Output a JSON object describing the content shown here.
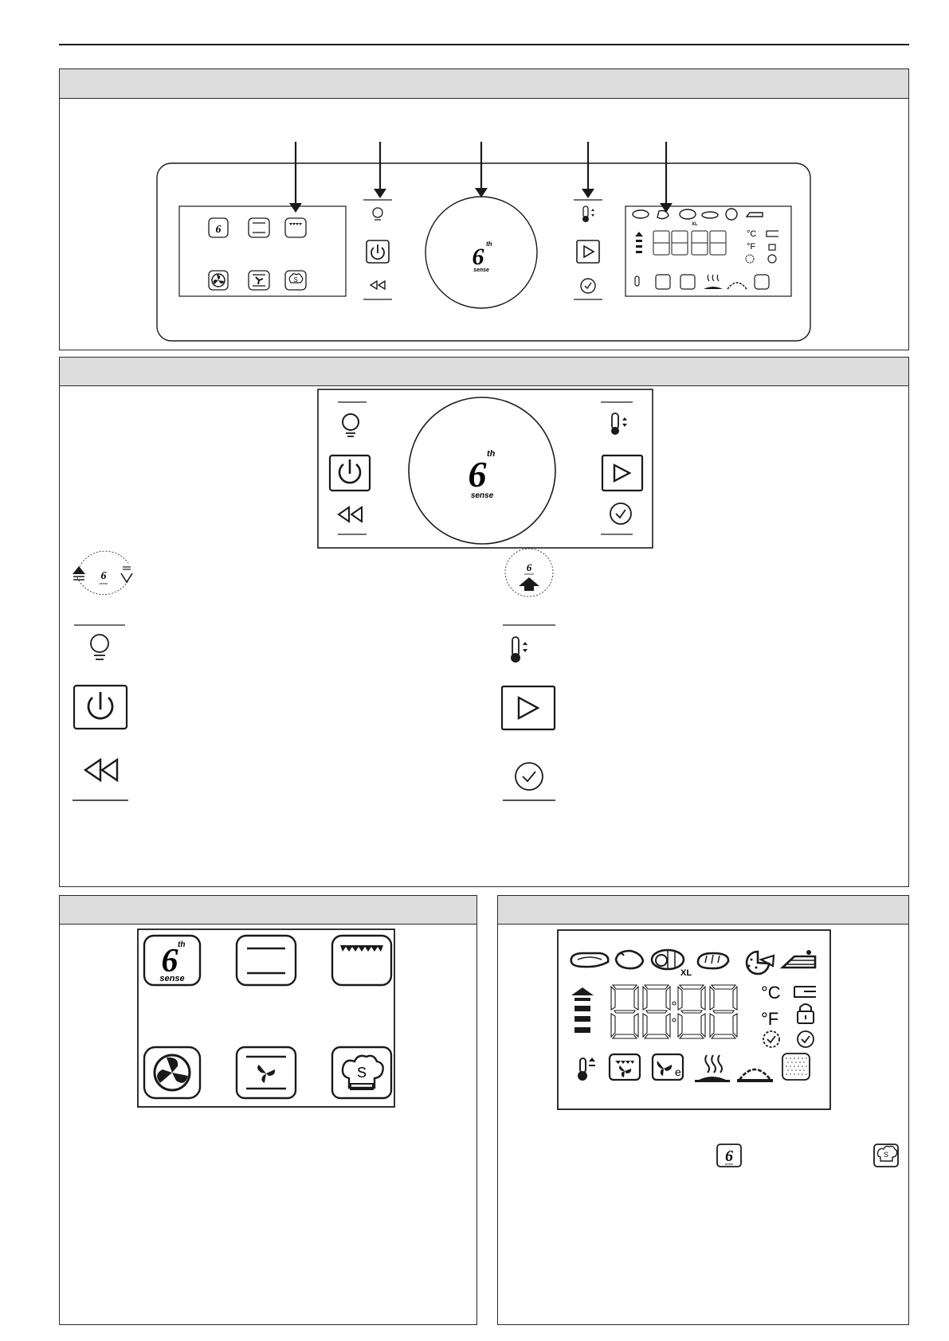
{
  "panel_overview": {
    "header": "",
    "labels": {
      "sixth_sense_logo": "6th sense",
      "celsius": "°C",
      "fahrenheit": "°F"
    }
  },
  "control_panel": {
    "header": "",
    "sixth_sense_logo_number": "6",
    "sixth_sense_logo_superscript": "th",
    "sixth_sense_logo_word": "sense"
  },
  "function_selector": {
    "header": "",
    "sixth_sense_number": "6",
    "sixth_sense_superscript": "th",
    "sixth_sense_word": "sense",
    "small_sense_word": "sense"
  },
  "display": {
    "header": "",
    "xl_label": "XL",
    "celsius": "°C",
    "fahrenheit": "°F",
    "small_logo_number": "6",
    "small_logo_word": "sense"
  },
  "icons": [
    "light-icon",
    "power-icon",
    "back-icon",
    "temperature-icon",
    "start-icon",
    "timer-icon",
    "sixth-sense-icon",
    "grill-icon",
    "conventional-icon",
    "forced-air-icon",
    "convection-bake-icon",
    "special-functions-icon",
    "lasagne-icon",
    "poultry-icon",
    "roast-xl-icon",
    "bread-icon",
    "pizza-icon",
    "cake-icon",
    "preheat-icon",
    "lock-icon",
    "thermometer-icon",
    "eco-fan-icon",
    "keep-warm-icon",
    "rising-icon",
    "defrost-icon"
  ]
}
